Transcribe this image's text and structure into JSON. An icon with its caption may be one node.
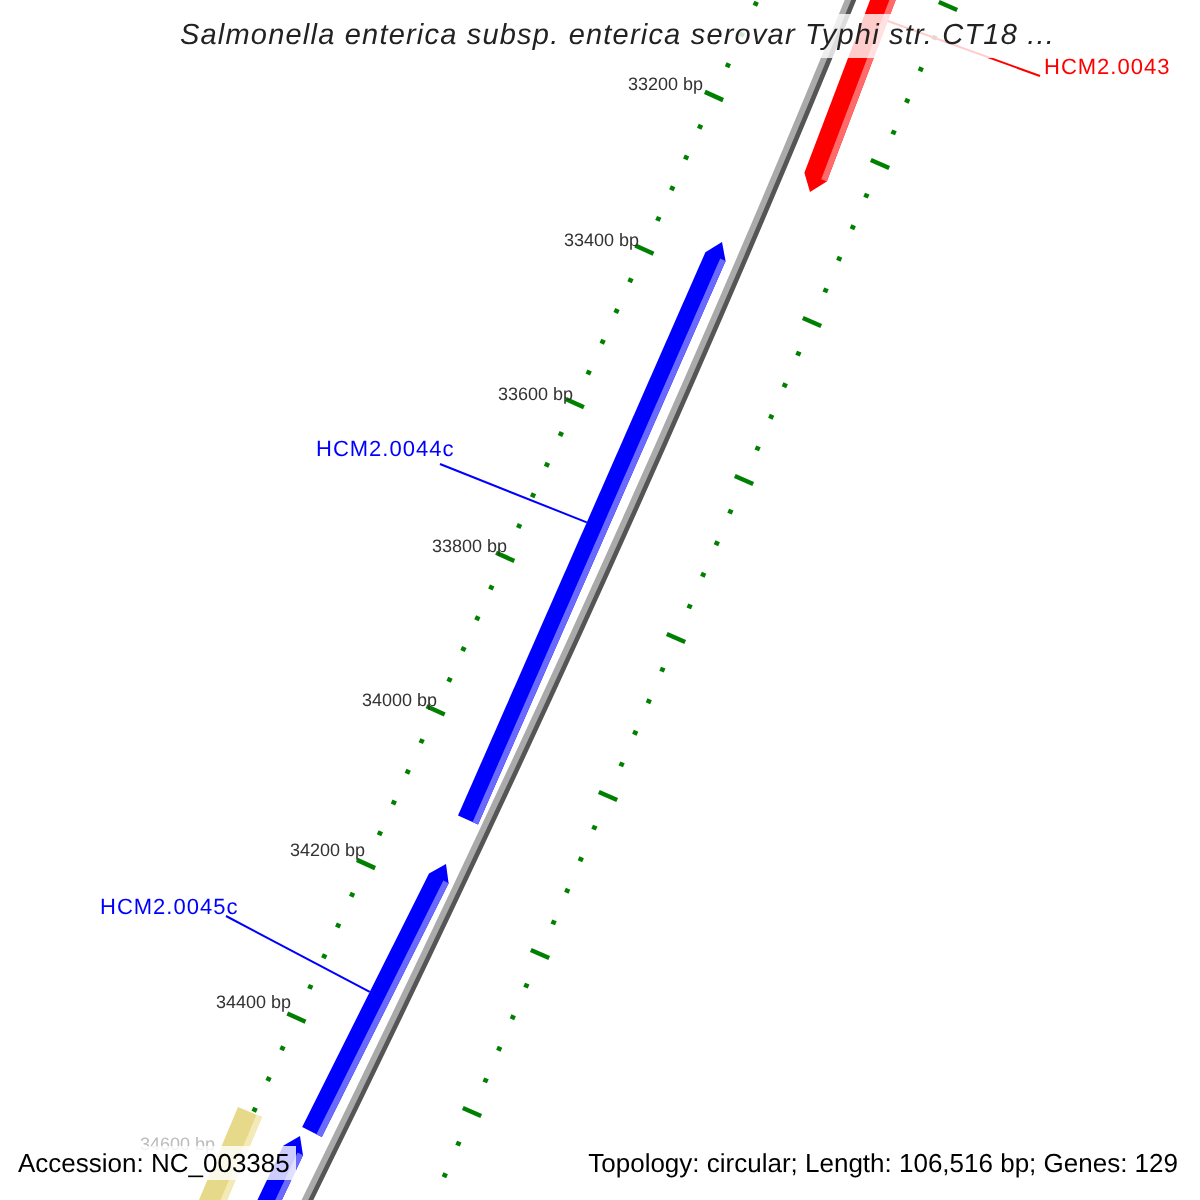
{
  "diagram": {
    "title": "Salmonella enterica subsp. enterica serovar Typhi str. CT18 ...",
    "nodes": [
      {
        "text": [
          "HCM2.0043"
        ]
      },
      {
        "text": [],
        "shape": "bar"
      },
      {
        "text": [
          "HCM2.0044c"
        ]
      },
      {
        "text": [],
        "shape": "bar"
      },
      {
        "text": [
          "HCM2.0045c"
        ]
      },
      {
        "text": [],
        "shape": "bar"
      },
      {
        "text": [],
        "shape": "bar"
      },
      {
        "text": [],
        "shape": "bar"
      }
    ],
    "edges": [
      {
        "from": 0,
        "to": 1,
        "arrow": "none",
        "color": "#ff0000"
      },
      {
        "from": 2,
        "to": 3,
        "arrow": "none",
        "color": "#0000ff"
      },
      {
        "from": 4,
        "to": 5,
        "arrow": "none",
        "color": "#0000ff"
      }
    ],
    "labels": [
      "33200 bp",
      "33400 bp",
      "33600 bp",
      "33800 bp",
      "34000 bp",
      "34200 bp",
      "34400 bp",
      "34600 bp",
      "Accession: NC_003385",
      "Topology: circular; Length: 106,516 bp; Genes: 129"
    ]
  }
}
